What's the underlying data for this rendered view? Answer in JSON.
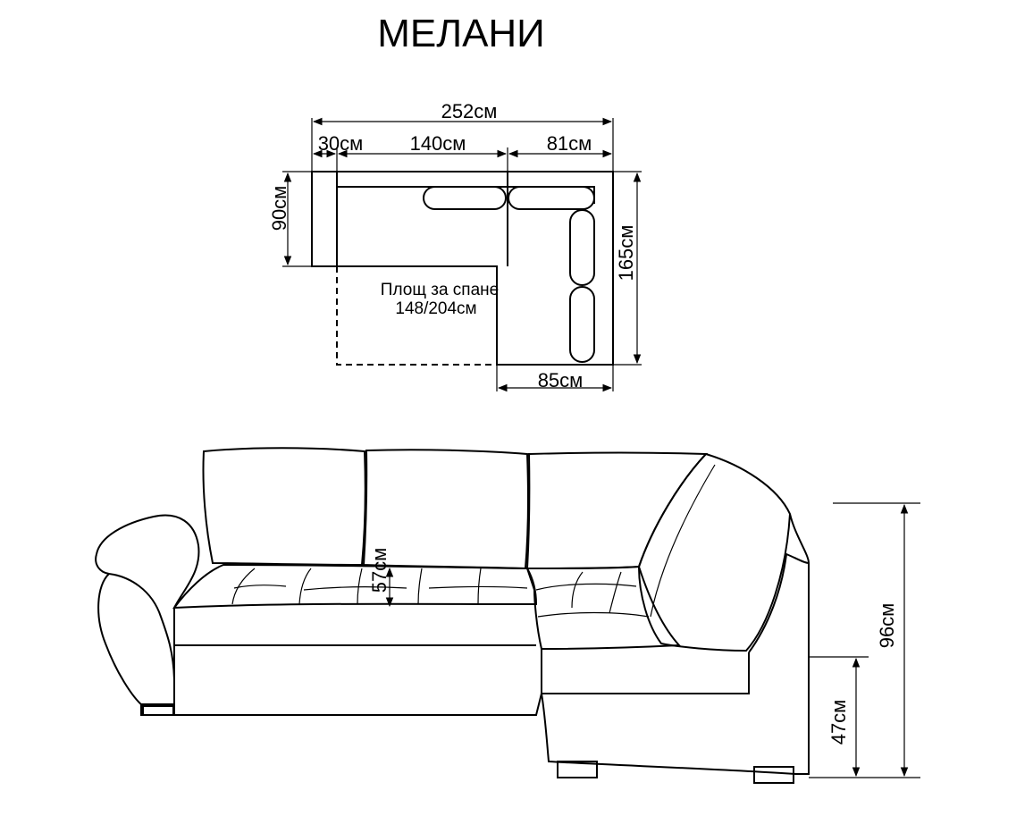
{
  "title": "МЕЛАНИ",
  "plan": {
    "total_width": "252см",
    "armrest_width": "30см",
    "seat_width": "140см",
    "corner_width": "81см",
    "depth": "90см",
    "side_length": "165см",
    "side_depth": "85см",
    "sleep_area_label": "Площ за спане",
    "sleep_area_size": "148/204см"
  },
  "elevation": {
    "seat_height": "57см",
    "total_height": "96см",
    "base_height": "47см"
  }
}
